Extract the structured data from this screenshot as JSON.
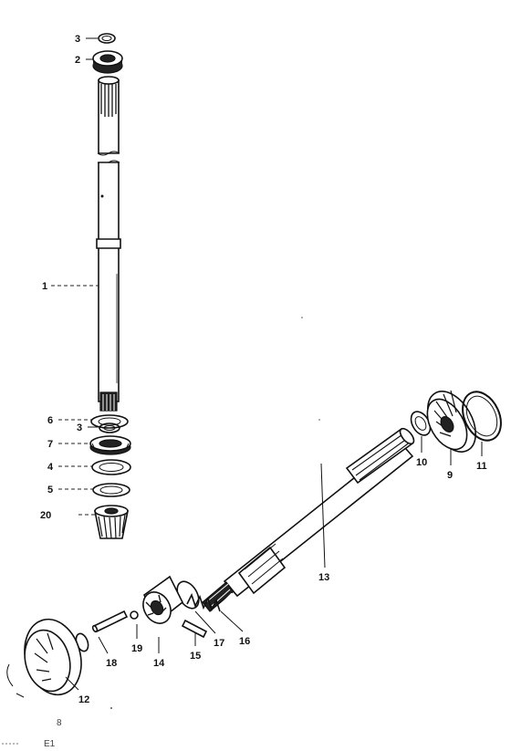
{
  "diagram": {
    "type": "exploded-parts-diagram",
    "callouts": {
      "c3_top": "3",
      "c2": "2",
      "c1": "1",
      "c3_mid": "3",
      "c6": "6",
      "c7": "7",
      "c4": "4",
      "c5": "5",
      "c20": "20",
      "c13": "13",
      "c10": "10",
      "c9": "9",
      "c11": "11",
      "c16": "16",
      "c17": "17",
      "c15": "15",
      "c14": "14",
      "c19": "19",
      "c18": "18",
      "c12": "12",
      "c8": "8"
    },
    "footer_code": "E1"
  }
}
